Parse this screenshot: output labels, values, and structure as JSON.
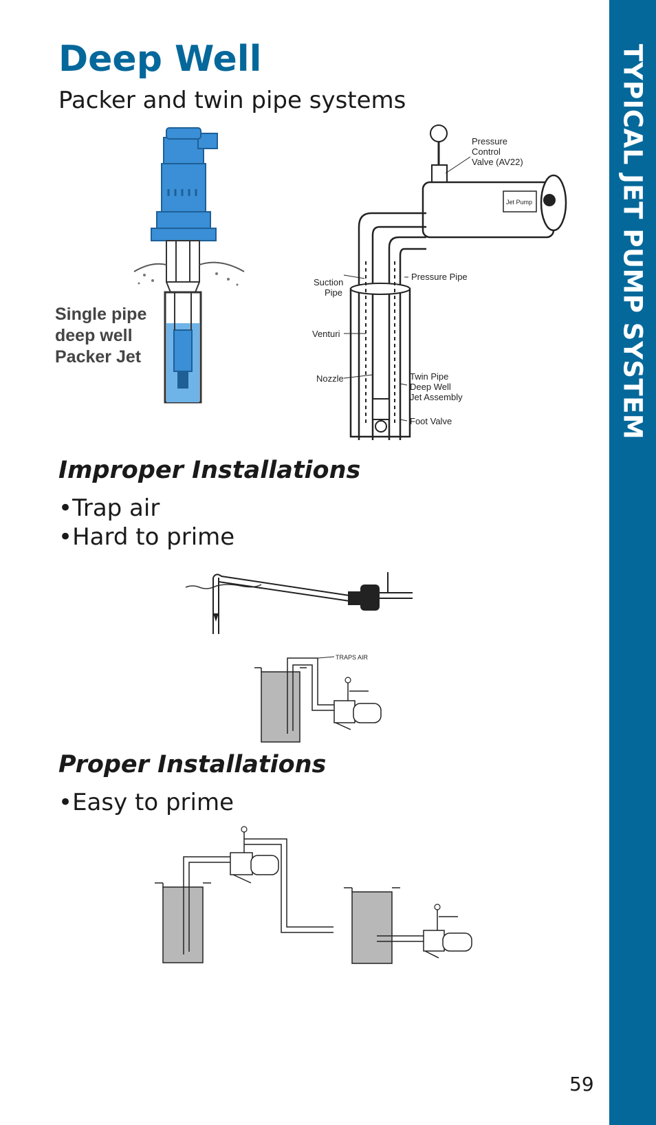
{
  "title": "Deep Well",
  "subtitle": "Packer and twin pipe systems",
  "sidebar_title": "TYPICAL JET PUMP SYSTEM",
  "packer_figure": {
    "label_lines": [
      "Single pipe",
      "deep well",
      "Packer Jet"
    ]
  },
  "twin_pipe_figure": {
    "labels": {
      "pressure_control": [
        "Pressure",
        "Control",
        "Valve (AV22)"
      ],
      "suction_pipe": [
        "Suction",
        "Pipe"
      ],
      "pressure_pipe": "Pressure Pipe",
      "venturi": "Venturi",
      "nozzle": "Nozzle",
      "jet_assembly": [
        "Twin Pipe",
        "Deep Well",
        "Jet Assembly"
      ],
      "foot_valve": "Foot Valve",
      "pump_badge": "Jet Pump"
    }
  },
  "improper": {
    "heading": "Improper Installations",
    "bullets": [
      "Trap air",
      "Hard to prime"
    ],
    "traps_air_label": "TRAPS AIR"
  },
  "proper": {
    "heading": "Proper Installations",
    "bullets": [
      "Easy to prime"
    ]
  },
  "page_number": "59",
  "colors": {
    "accent": "#05689b",
    "pump_blue": "#3a8fd6",
    "tank_gray": "#b8b8b8"
  }
}
